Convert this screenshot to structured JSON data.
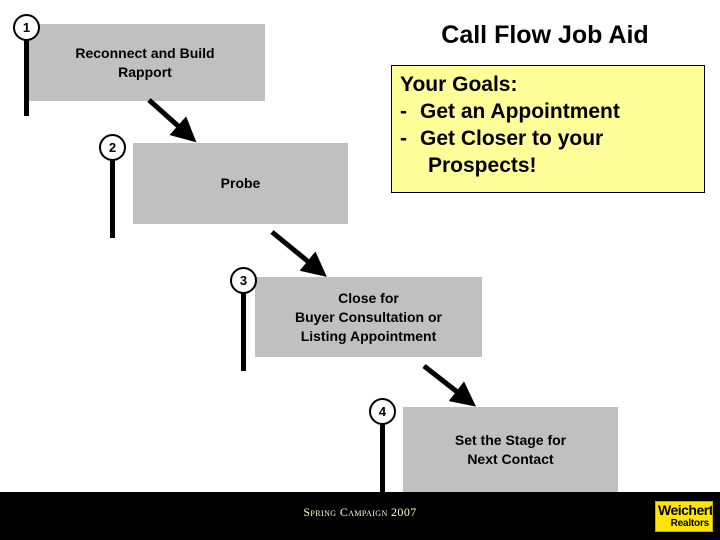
{
  "slide": {
    "title": "Call Flow Job Aid",
    "background_color": "#ffffff"
  },
  "goals": {
    "heading": "Your Goals:",
    "bullet_marker": "-",
    "items": [
      "Get an Appointment",
      "Get Closer to your"
    ],
    "continuation": "Prospects!",
    "background_color": "#ffff99",
    "border_color": "#000000"
  },
  "flow": {
    "box_color": "#c0c0c0",
    "steps": [
      {
        "number": "1",
        "label": "Reconnect and Build\nRapport"
      },
      {
        "number": "2",
        "label": "Probe"
      },
      {
        "number": "3",
        "label": "Close for\nBuyer Consultation or\nListing Appointment"
      },
      {
        "number": "4",
        "label": "Set the Stage for\nNext Contact"
      }
    ]
  },
  "footer": {
    "campaign_text": "Spring Campaign 2007",
    "background_color": "#000000",
    "text_color": "#ffffcc",
    "logo": {
      "name": "Weichert",
      "subtitle": "Realtors",
      "background_color": "#ffe600"
    }
  }
}
